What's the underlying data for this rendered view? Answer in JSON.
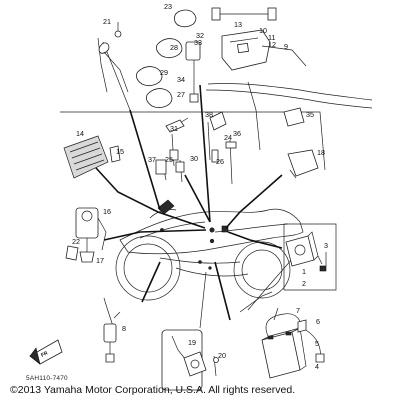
{
  "callouts": [
    "1",
    "2",
    "3",
    "4",
    "5",
    "6",
    "7",
    "8",
    "9",
    "10",
    "11",
    "12",
    "13",
    "14",
    "15",
    "16",
    "17",
    "18",
    "19",
    "20",
    "21",
    "22",
    "23",
    "24",
    "25",
    "26",
    "27",
    "28",
    "29",
    "30",
    "31",
    "32",
    "33",
    "34",
    "35",
    "36",
    "37",
    "38"
  ],
  "catalog_code": "5AH110-7470",
  "copyright": "©2013 Yamaha Motor Corporation, U.S.A. All rights reserved.",
  "icons": {
    "front_arrow": "fr-arrow-icon"
  },
  "colors": {
    "line": "#222222",
    "background": "#ffffff"
  }
}
